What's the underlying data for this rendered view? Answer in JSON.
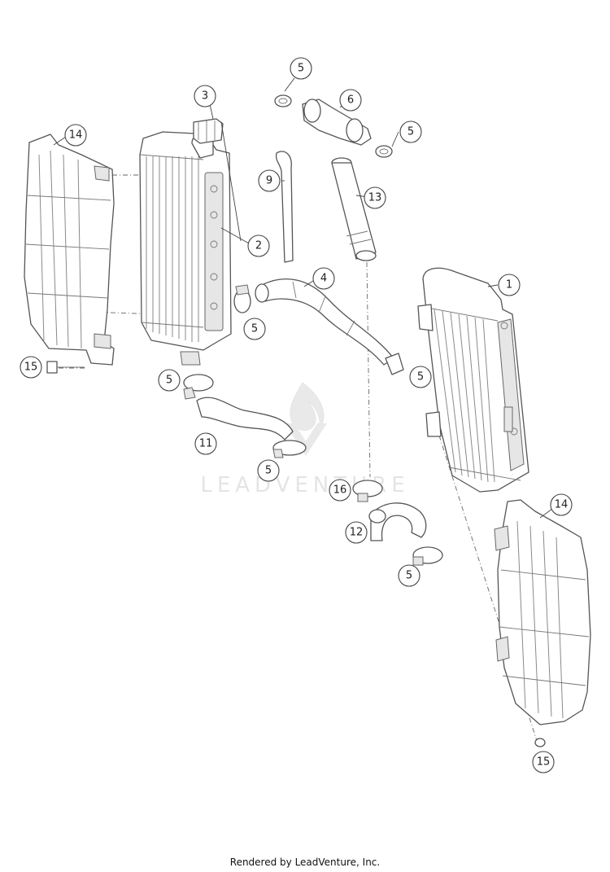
{
  "watermark": {
    "text": "LEADVENTURE"
  },
  "footer": {
    "text": "Rendered by LeadVenture, Inc."
  },
  "callouts": [
    {
      "id": "c1",
      "label": "1"
    },
    {
      "id": "c2",
      "label": "2"
    },
    {
      "id": "c3",
      "label": "3"
    },
    {
      "id": "c4",
      "label": "4"
    },
    {
      "id": "c5a",
      "label": "5"
    },
    {
      "id": "c5b",
      "label": "5"
    },
    {
      "id": "c5c",
      "label": "5"
    },
    {
      "id": "c5d",
      "label": "5"
    },
    {
      "id": "c5e",
      "label": "5"
    },
    {
      "id": "c5f",
      "label": "5"
    },
    {
      "id": "c5g",
      "label": "5"
    },
    {
      "id": "c6",
      "label": "6"
    },
    {
      "id": "c9",
      "label": "9"
    },
    {
      "id": "c11",
      "label": "11"
    },
    {
      "id": "c12",
      "label": "12"
    },
    {
      "id": "c13",
      "label": "13"
    },
    {
      "id": "c14a",
      "label": "14"
    },
    {
      "id": "c14b",
      "label": "14"
    },
    {
      "id": "c15a",
      "label": "15"
    },
    {
      "id": "c15b",
      "label": "15"
    },
    {
      "id": "c16",
      "label": "16"
    }
  ]
}
